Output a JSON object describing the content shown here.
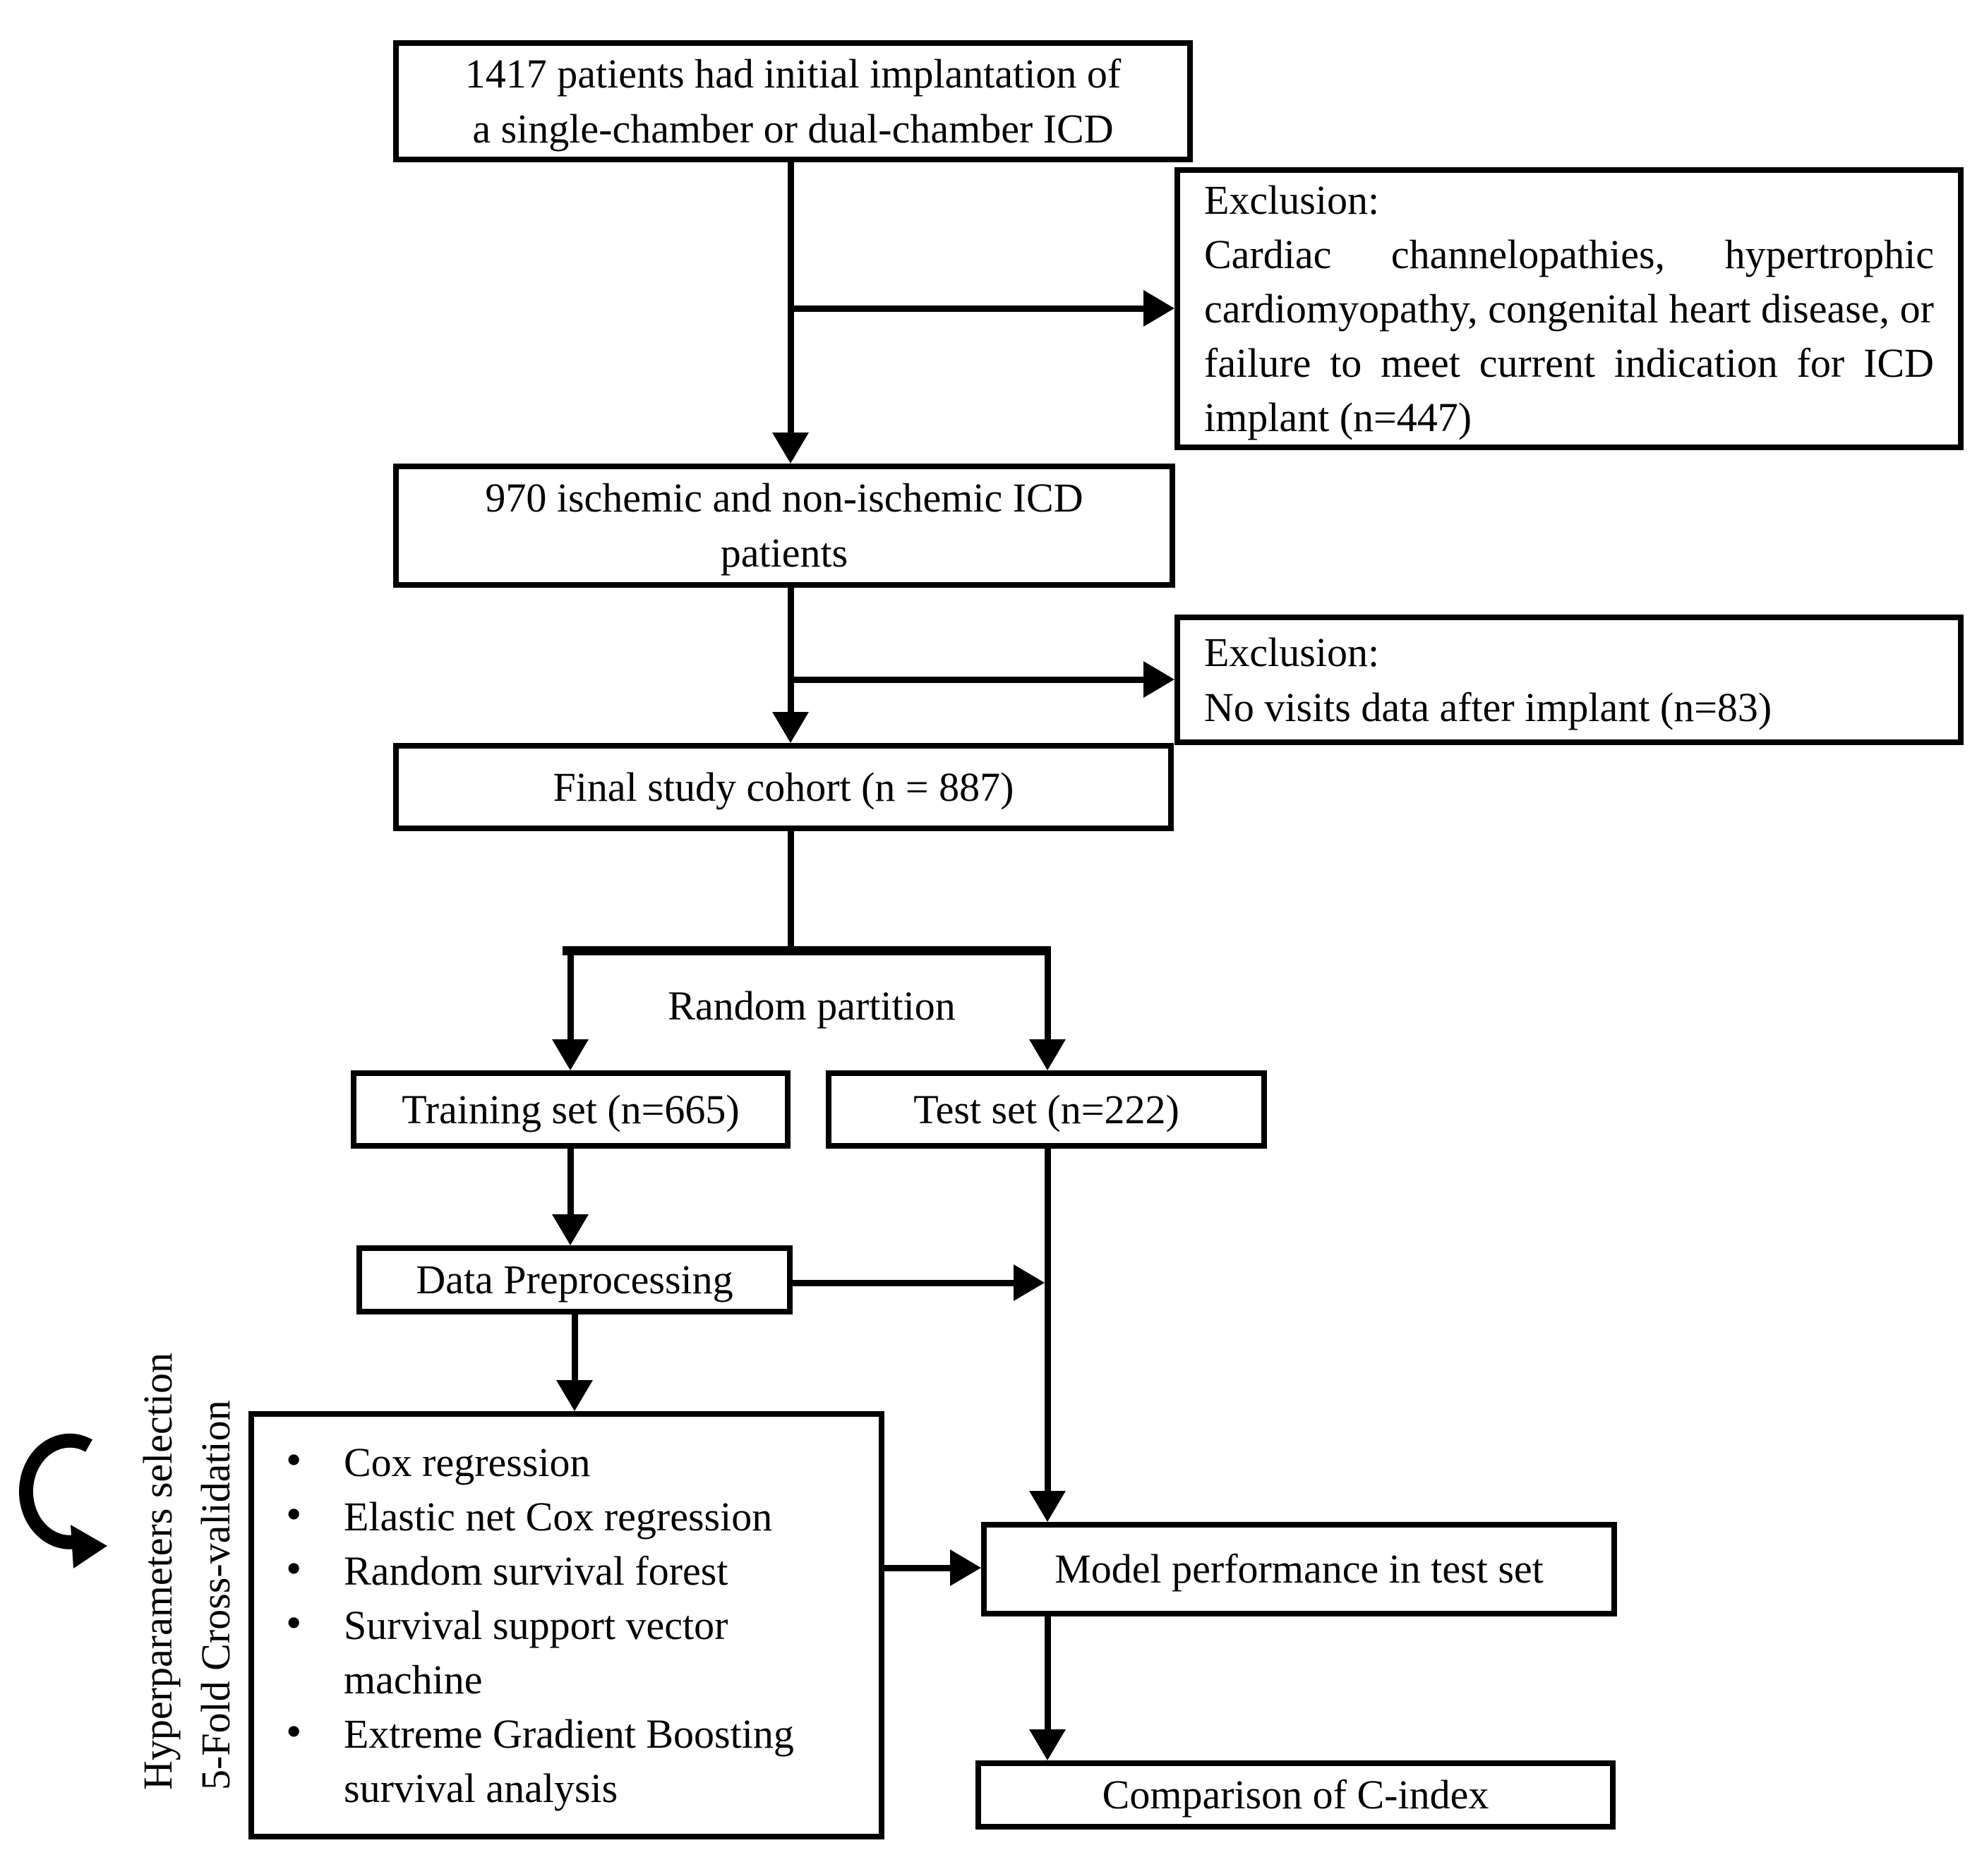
{
  "diagram": {
    "box_initial": {
      "line1": "1417 patients had initial implantation of",
      "line2": "a single-chamber or dual-chamber ICD"
    },
    "box_exclusion1": {
      "title": "Exclusion:",
      "body": "Cardiac channelopathies, hypertrophic cardiomyopathy, congenital heart disease, or failure to meet current indication for ICD implant (n=447)"
    },
    "box_cohort": {
      "line1": "970 ischemic and non-ischemic ICD",
      "line2": "patients"
    },
    "box_exclusion2": {
      "title": "Exclusion:",
      "body": "No visits data after implant (n=83)"
    },
    "box_final": {
      "label": "Final study cohort (n = 887)"
    },
    "partition_label": "Random partition",
    "box_training": {
      "label": "Training set (n=665)"
    },
    "box_test": {
      "label": "Test set (n=222)"
    },
    "box_preprocessing": {
      "label": "Data Preprocessing"
    },
    "box_models": {
      "items": [
        "Cox regression",
        "Elastic net Cox regression",
        "Random survival forest",
        "Survival support vector machine",
        "Extreme Gradient Boosting survival analysis"
      ]
    },
    "box_performance": {
      "label": "Model performance in test set"
    },
    "box_comparison": {
      "label": "Comparison of C-index"
    },
    "side_annotation": {
      "line1": "Hyperparameters selection",
      "line2": "5-Fold Cross-validation"
    }
  },
  "colors": {
    "ink": "#000000",
    "background": "#ffffff"
  }
}
